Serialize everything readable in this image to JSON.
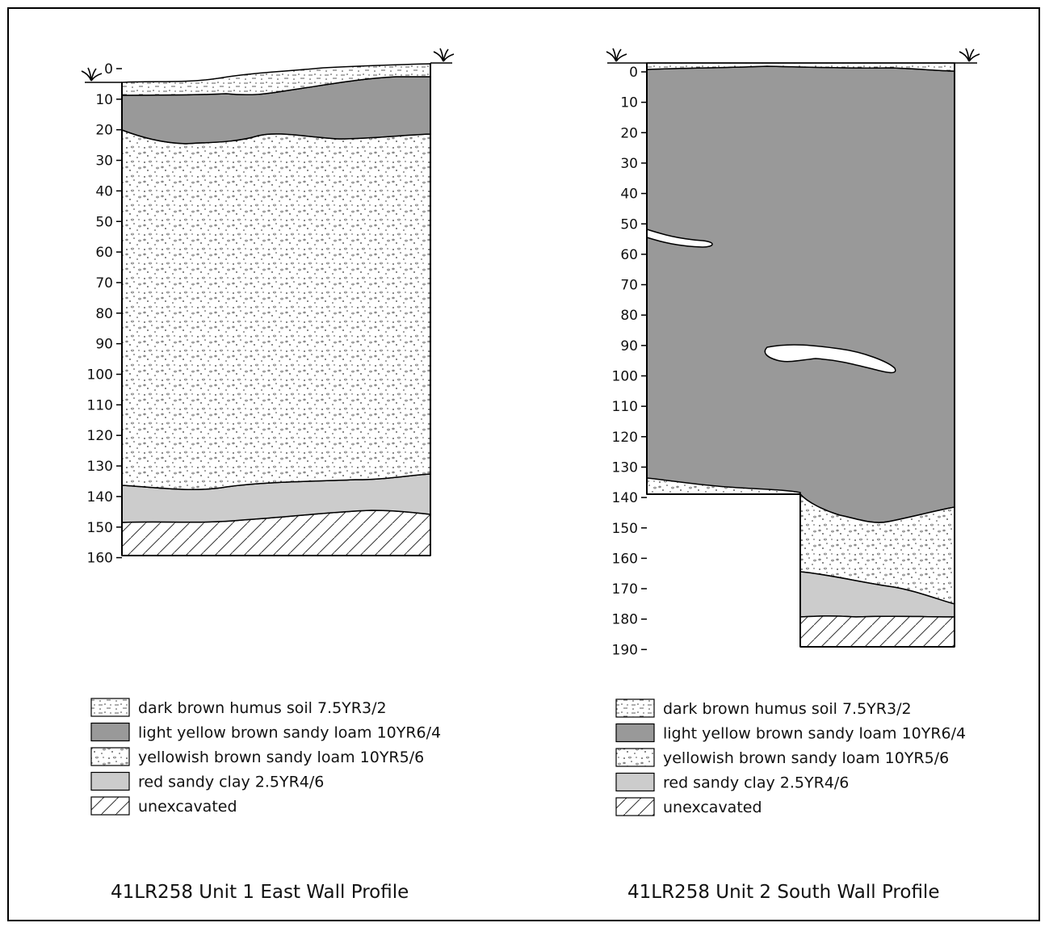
{
  "profiles": [
    {
      "title": "41LR258 Unit 1 East Wall Profile",
      "depth_ticks": [
        "0",
        "10",
        "20",
        "30",
        "40",
        "50",
        "60",
        "70",
        "80",
        "90",
        "100",
        "110",
        "120",
        "130",
        "140",
        "150",
        "160"
      ],
      "depth_max": 160
    },
    {
      "title": "41LR258 Unit 2 South Wall Profile",
      "depth_ticks": [
        "0",
        "10",
        "20",
        "30",
        "40",
        "50",
        "60",
        "70",
        "80",
        "90",
        "100",
        "110",
        "120",
        "130",
        "140",
        "150",
        "160",
        "170",
        "180",
        "190"
      ],
      "depth_max": 190
    }
  ],
  "legend": [
    {
      "label": "dark brown humus soil 7.5YR3/2",
      "pattern": "humus"
    },
    {
      "label": "light yellow brown sandy loam 10YR6/4",
      "pattern": "dark-gray",
      "color": "#999999"
    },
    {
      "label": "yellowish brown sandy loam 10YR5/6",
      "pattern": "dots"
    },
    {
      "label": "red sandy clay 2.5YR4/6",
      "pattern": "light-gray",
      "color": "#cccccc"
    },
    {
      "label": "unexcavated",
      "pattern": "hatch"
    }
  ]
}
